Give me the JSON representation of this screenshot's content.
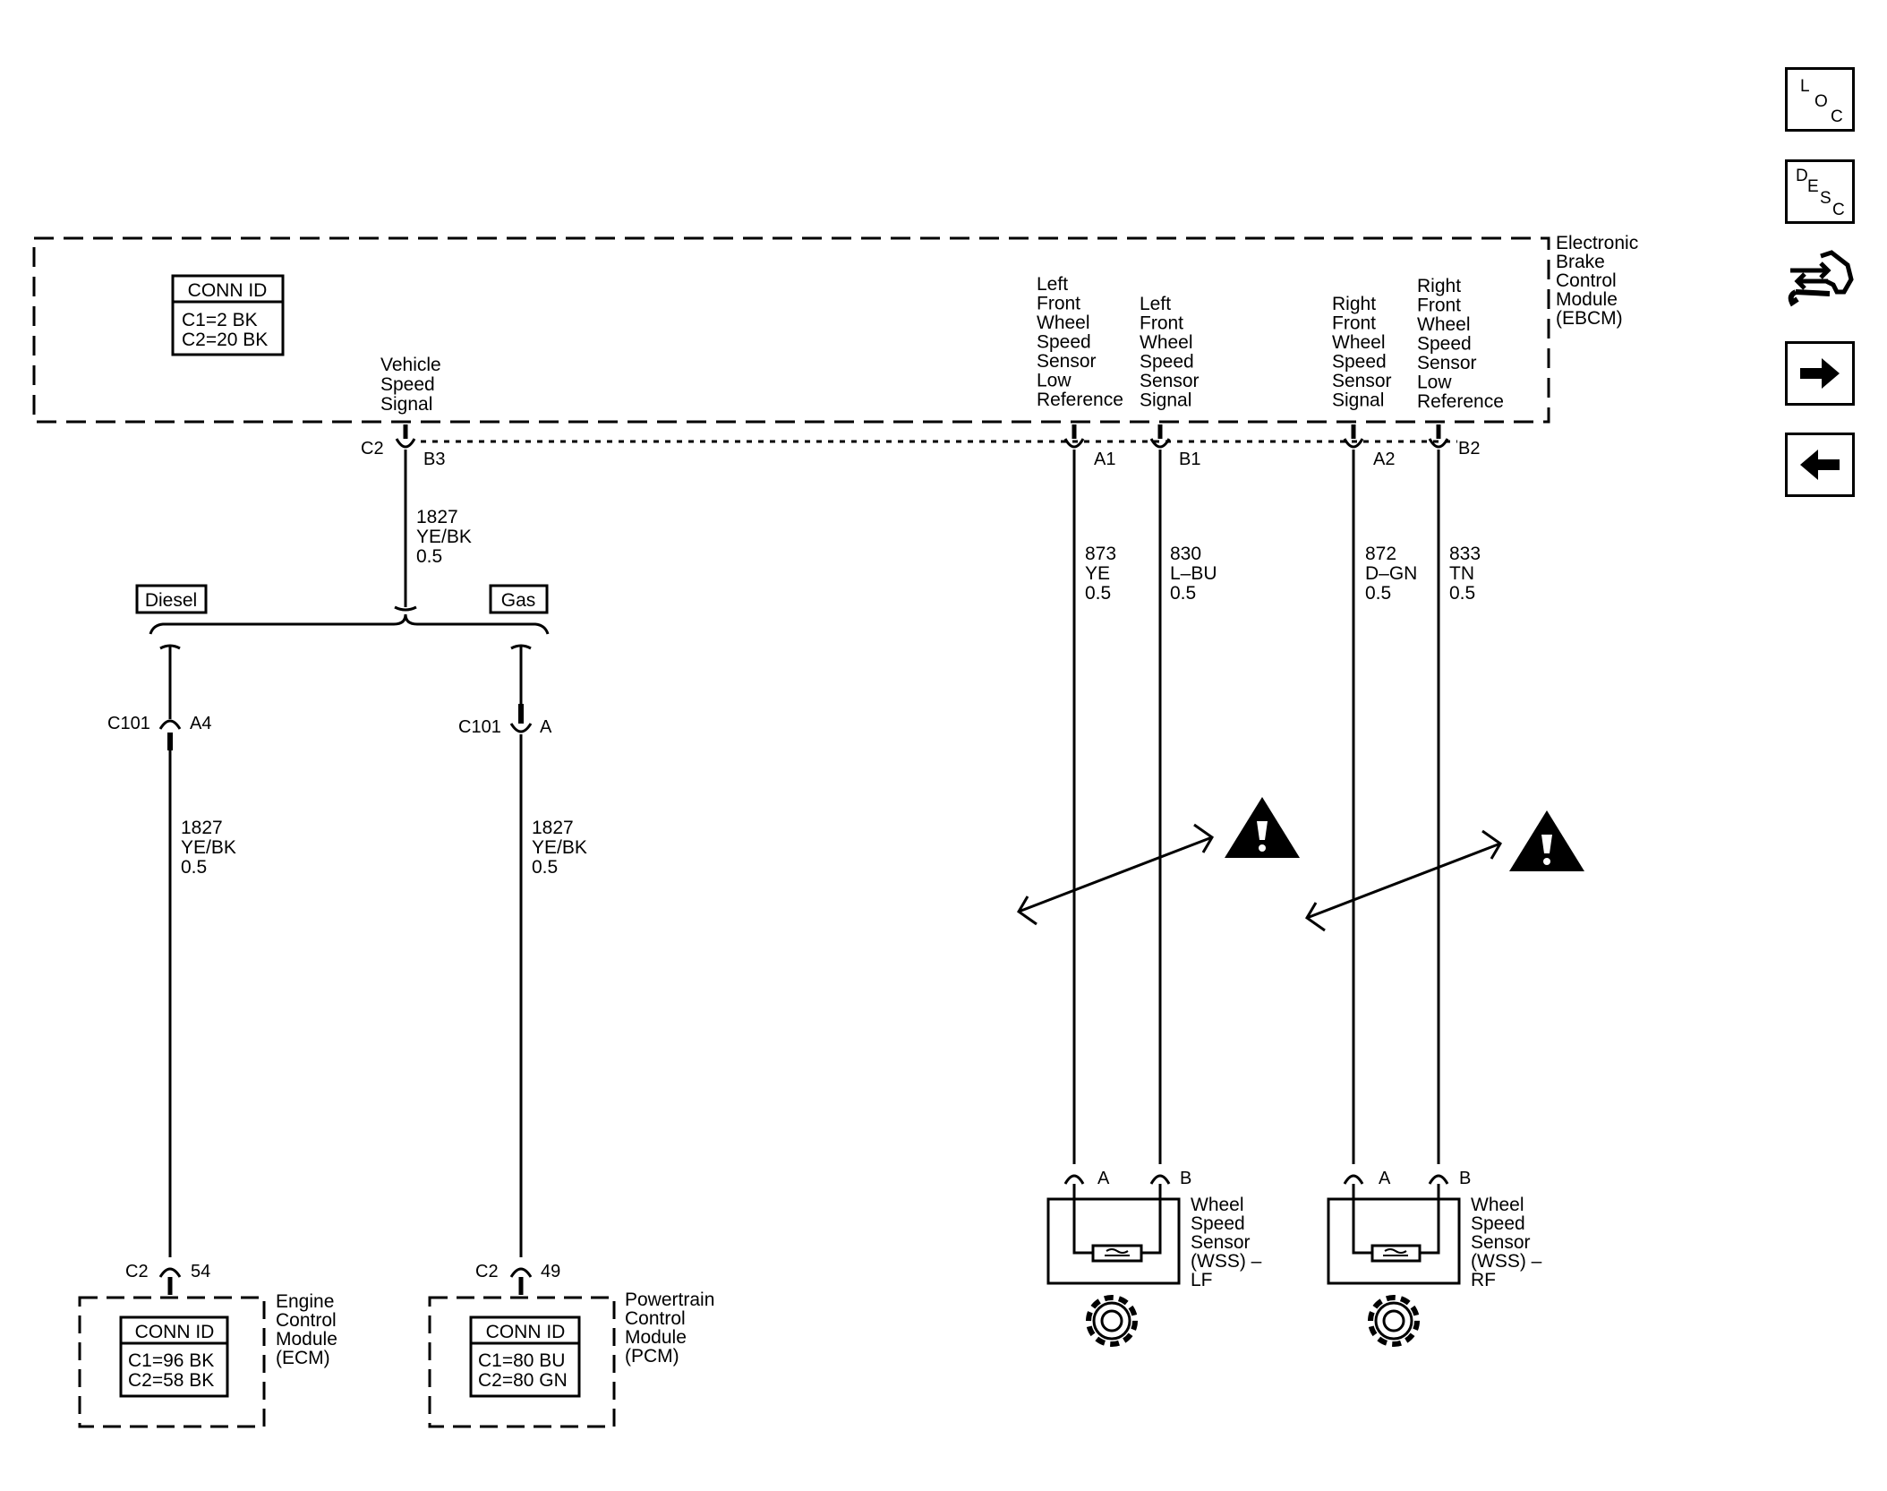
{
  "ebcm": {
    "name": [
      "Electronic",
      "Brake",
      "Control",
      "Module",
      "(EBCM)"
    ],
    "conn_id": {
      "title": "CONN ID",
      "rows": [
        "C1=2 BK",
        "C2=20 BK"
      ]
    },
    "pins": [
      {
        "id": "vss",
        "conn": "C2",
        "pin": "B3",
        "label": [
          "Vehicle",
          "Speed",
          "Signal"
        ],
        "wire": [
          "1827",
          "YE/BK",
          "0.5"
        ]
      },
      {
        "id": "lf-low",
        "pin": "A1",
        "label": [
          "Left",
          "Front",
          "Wheel",
          "Speed",
          "Sensor",
          "Low",
          "Reference"
        ],
        "wire": [
          "873",
          "YE",
          "0.5"
        ]
      },
      {
        "id": "lf-sig",
        "pin": "B1",
        "label": [
          "Left",
          "Front",
          "Wheel",
          "Speed",
          "Sensor",
          "Signal"
        ],
        "wire": [
          "830",
          "L–BU",
          "0.5"
        ]
      },
      {
        "id": "rf-sig",
        "pin": "A2",
        "label": [
          "Right",
          "Front",
          "Wheel",
          "Speed",
          "Sensor",
          "Signal"
        ],
        "wire": [
          "872",
          "D–GN",
          "0.5"
        ]
      },
      {
        "id": "rf-low",
        "pin": "B2",
        "label": [
          "Right",
          "Front",
          "Wheel",
          "Speed",
          "Sensor",
          "Low",
          "Reference"
        ],
        "wire": [
          "833",
          "TN",
          "0.5"
        ]
      }
    ]
  },
  "options": {
    "diesel": "Diesel",
    "gas": "Gas"
  },
  "diesel_branch": {
    "conn": "C101",
    "pin": "A4",
    "wire": [
      "1827",
      "YE/BK",
      "0.5"
    ],
    "module_conn": "C2",
    "module_pin": "54"
  },
  "gas_branch": {
    "conn": "C101",
    "pin": "A",
    "wire": [
      "1827",
      "YE/BK",
      "0.5"
    ],
    "module_conn": "C2",
    "module_pin": "49"
  },
  "ecm": {
    "name": [
      "Engine",
      "Control",
      "Module",
      "(ECM)"
    ],
    "conn_id": {
      "title": "CONN ID",
      "rows": [
        "C1=96 BK",
        "C2=58 BK"
      ]
    }
  },
  "pcm": {
    "name": [
      "Powertrain",
      "Control",
      "Module",
      "(PCM)"
    ],
    "conn_id": {
      "title": "CONN ID",
      "rows": [
        "C1=80 BU",
        "C2=80 GN"
      ]
    }
  },
  "wss_lf": {
    "pin_a": "A",
    "pin_b": "B",
    "name": [
      "Wheel",
      "Speed",
      "Sensor",
      "(WSS) –",
      "LF"
    ]
  },
  "wss_rf": {
    "pin_a": "A",
    "pin_b": "B",
    "name": [
      "Wheel",
      "Speed",
      "Sensor",
      "(WSS) –",
      "RF"
    ]
  },
  "nav": {
    "loc": [
      "L",
      "O",
      "C"
    ],
    "desc": [
      "D",
      "E",
      "S",
      "C"
    ],
    "icons": [
      "connector-end-view-icon",
      "arrow-right-icon",
      "arrow-left-icon"
    ]
  }
}
